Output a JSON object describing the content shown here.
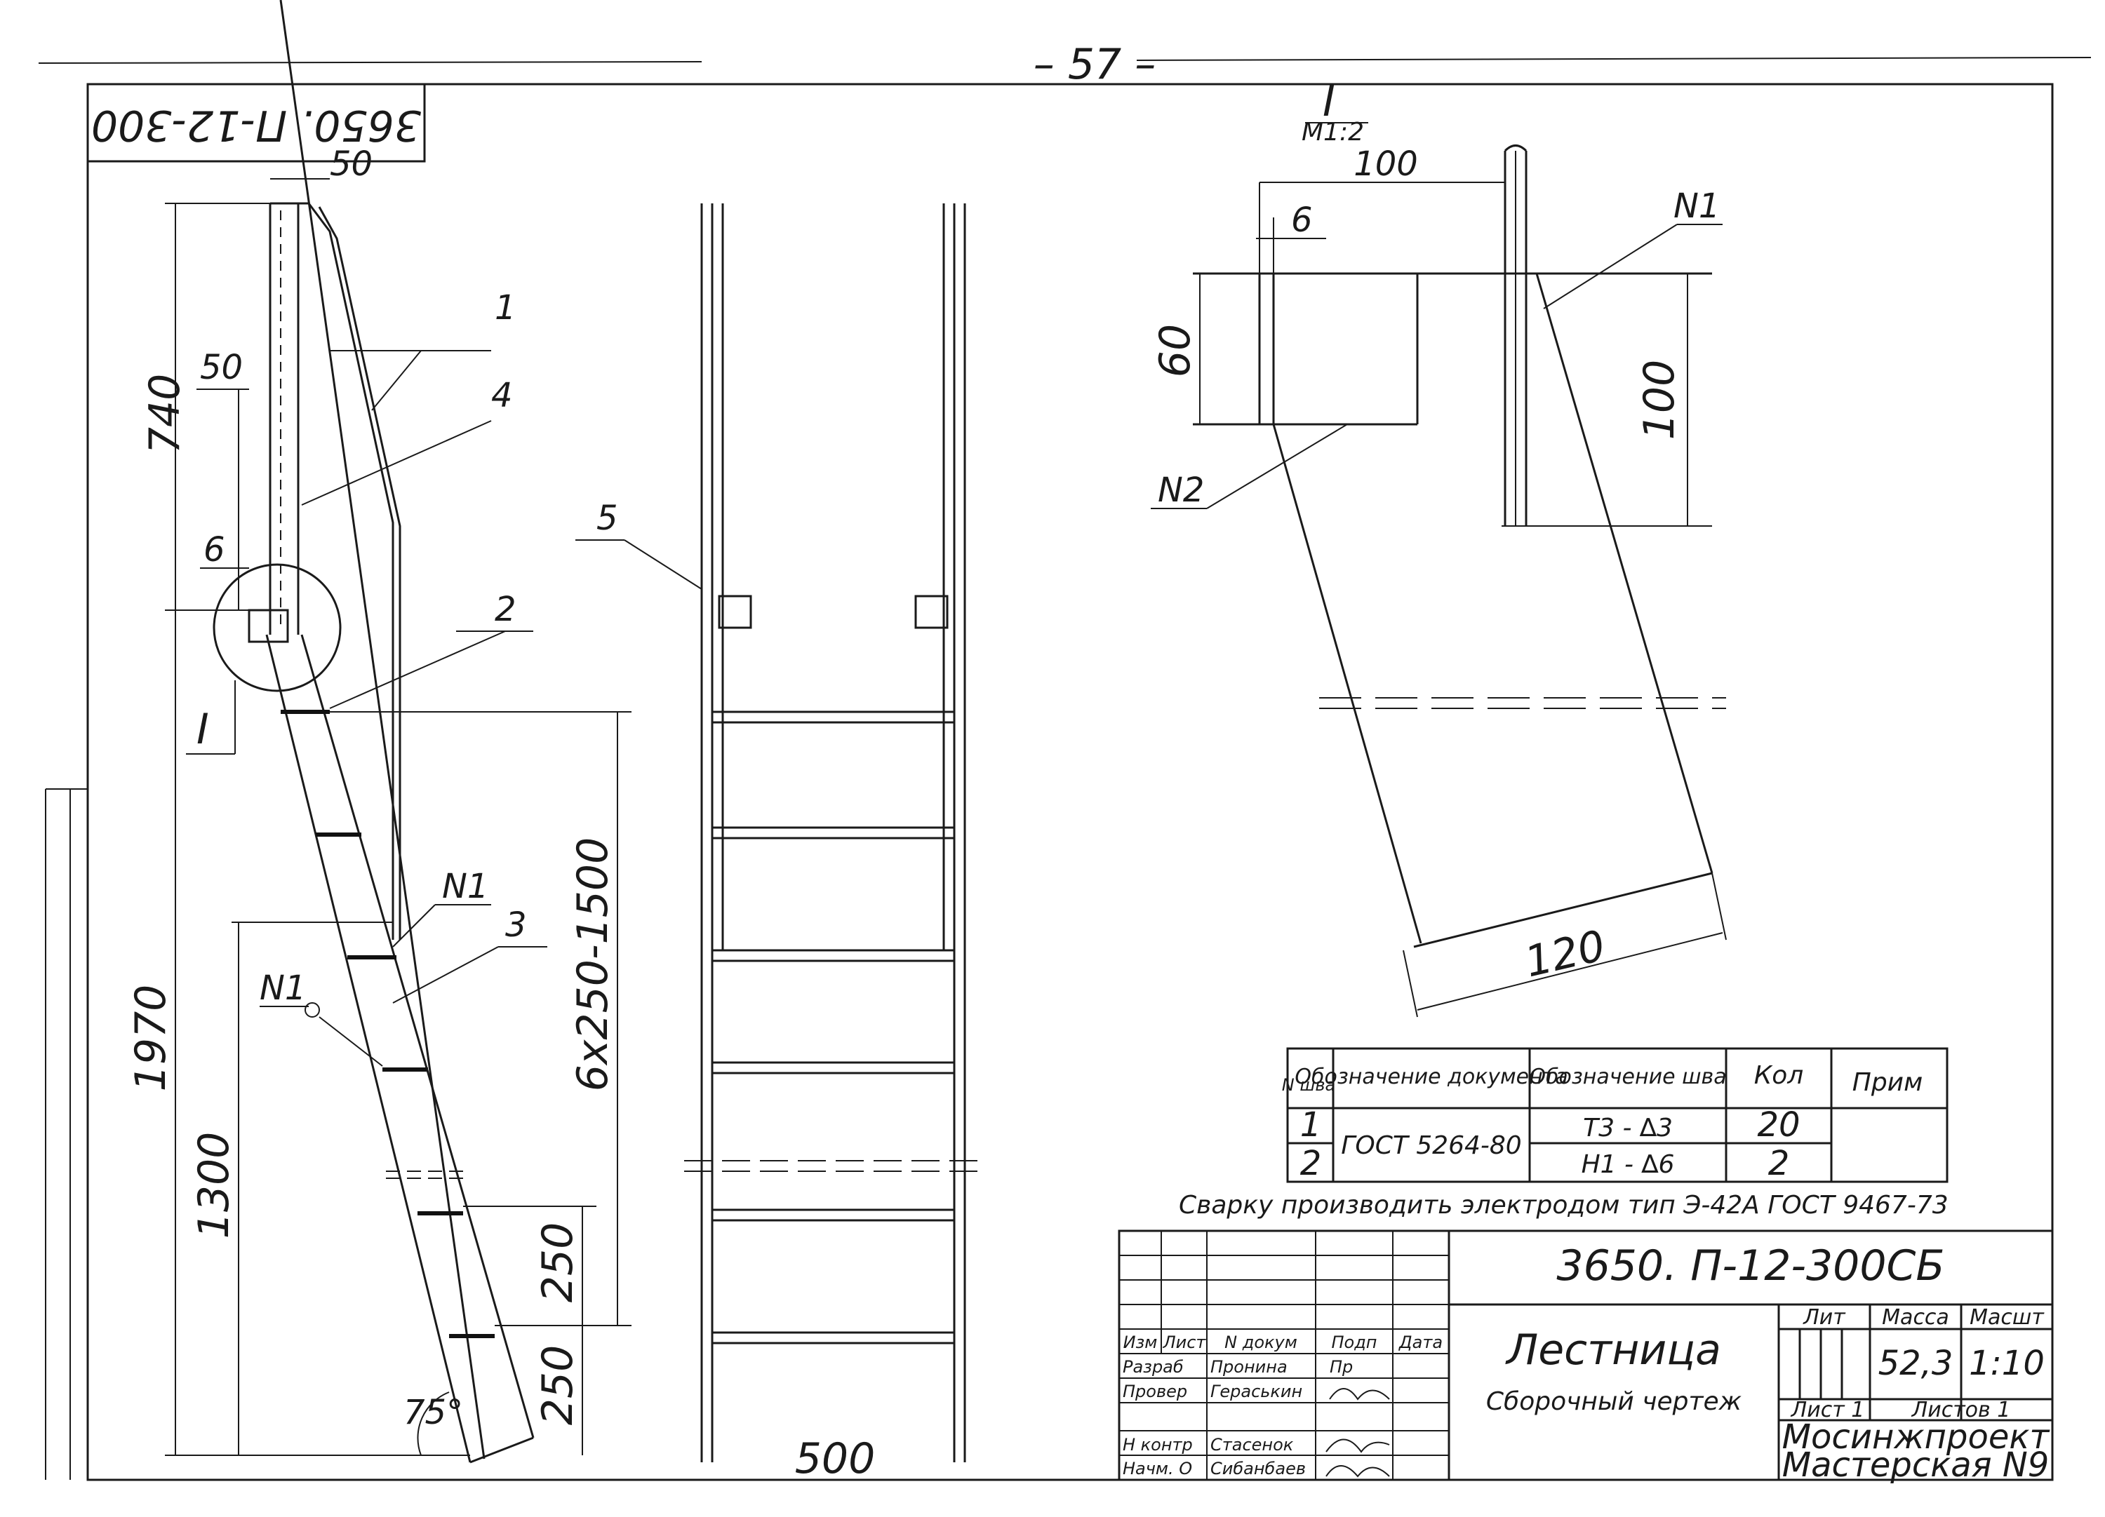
{
  "page_number": "– 57 –",
  "stamp_code_rotated": "3650. П-12-300",
  "side_view": {
    "dim_top_width": "50",
    "dim_upper_height": "740",
    "dim_mid_width": "50",
    "dim_small_gap": "6",
    "detail_ref": "I",
    "callouts": [
      "1",
      "4",
      "2",
      "N1",
      "3",
      "N1"
    ],
    "dim_total_height": "1970",
    "dim_lower_height": "1300",
    "dim_step_series": "6x250-1500",
    "dim_step_1": "250",
    "dim_step_2": "250",
    "angle": "75°"
  },
  "front_view": {
    "callout": "5",
    "dim_width": "500"
  },
  "detail": {
    "title": "I",
    "scale": "M1:2",
    "dim_100_top": "100",
    "dim_6": "6",
    "dim_60": "60",
    "dim_100_right": "100",
    "dim_120": "120",
    "callout_n1": "N1",
    "callout_n2": "N2"
  },
  "weld_table": {
    "headers": [
      "N шва",
      "Обозначение документа",
      "Обозначение шва",
      "Кол",
      "Прим"
    ],
    "rows": [
      [
        "1",
        "ГОСТ 5264-80",
        "Т3 - ∆3",
        "20",
        ""
      ],
      [
        "2",
        "",
        "Н1 - ∆6",
        "2",
        ""
      ]
    ]
  },
  "note": "Сварку производить электродом тип Э-42А ГОСТ 9467-73",
  "title_block": {
    "drawing_code": "3650. П-12-300СБ",
    "header_labels": [
      "Изм",
      "Лист",
      "N докум",
      "Подп",
      "Дата"
    ],
    "people": [
      {
        "role": "Разраб",
        "name": "Пронина",
        "sign": "Пр"
      },
      {
        "role": "Провер",
        "name": "Гераськин",
        "sign": ""
      },
      {
        "role": "Н контр",
        "name": "Стасенок",
        "sign": ""
      },
      {
        "role": "Начм. О",
        "name": "Сибанбаев",
        "sign": ""
      }
    ],
    "title": "Лестница",
    "subtitle": "Сборочный чертеж",
    "lit_label": "Лит",
    "mass_label": "Масса",
    "scale_label": "Масшт",
    "mass": "52,3",
    "scale": "1:10",
    "sheet_label": "Лист 1",
    "sheets_label": "Листов 1",
    "org_line1": "Мосинжпроект",
    "org_line2": "Мастерская N9"
  }
}
